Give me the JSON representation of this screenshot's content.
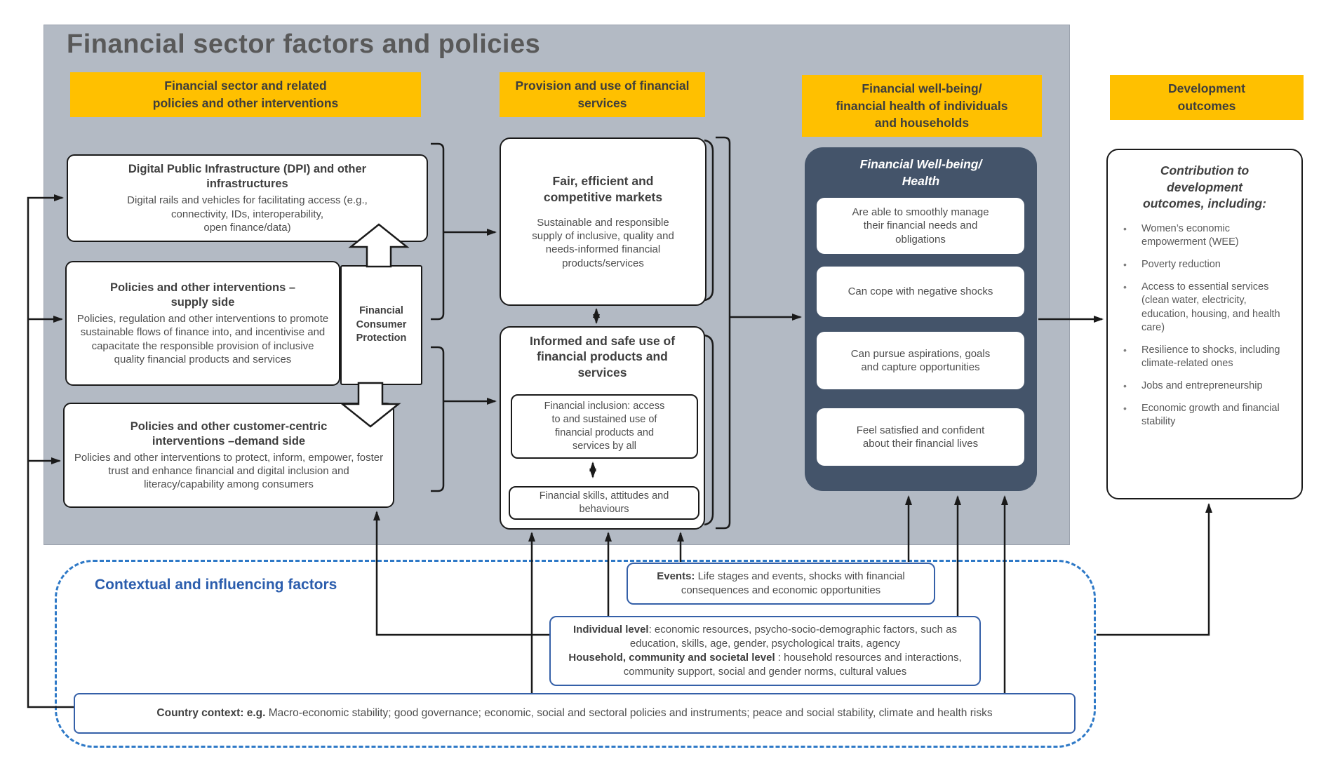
{
  "panel": {
    "title": "Financial sector factors and policies"
  },
  "headers": {
    "policies": "Financial sector and related\npolicies and other interventions",
    "provision": "Provision and use of financial\nservices",
    "wellbeing": "Financial well-being/\nfinancial health of individuals\nand households",
    "development": "Development\noutcomes"
  },
  "left_column": {
    "dpi": {
      "title": "Digital Public Infrastructure (DPI) and other\ninfrastructures",
      "body": "Digital rails and vehicles for facilitating access (e.g.,\nconnectivity, IDs, interoperability,\nopen finance/data)"
    },
    "supply": {
      "title": "Policies and other interventions –\nsupply side",
      "body": "Policies, regulation and other interventions to promote sustainable flows of finance into, and incentivise and capacitate the responsible provision of inclusive quality financial products and services"
    },
    "demand": {
      "title": "Policies and other customer-centric\ninterventions –demand side",
      "body": "Policies and other interventions to protect, inform, empower, foster trust and enhance financial and digital inclusion and literacy/capability among consumers"
    },
    "fcp": "Financial\nConsumer\nProtection"
  },
  "middle_column": {
    "markets": {
      "title": "Fair, efficient and\ncompetitive markets",
      "body": "Sustainable and responsible\nsupply of inclusive, quality and\nneeds-informed financial\nproducts/services"
    },
    "use": {
      "title": "Informed and safe use of\nfinancial products and\nservices",
      "inclusion": "Financial inclusion: access\nto and sustained use of\nfinancial products and\nservices by all",
      "skills": "Financial skills, attitudes and\nbehaviours"
    }
  },
  "wellbeing_box": {
    "title": "Financial Well-being/\nHealth",
    "items": [
      "Are able to smoothly manage\ntheir financial needs and\nobligations",
      "Can cope with negative shocks",
      "Can pursue aspirations, goals\nand capture opportunities",
      "Feel satisfied and confident\nabout their financial lives"
    ]
  },
  "development_box": {
    "title": "Contribution to\ndevelopment\noutcomes, including:",
    "bullets": [
      "Women’s economic empowerment (WEE)",
      "Poverty reduction",
      "Access to essential services (clean water, electricity, education, housing, and health care)",
      "Resilience to shocks, including climate-related ones",
      "Jobs and entrepreneurship",
      "Economic growth and financial stability"
    ]
  },
  "contextual": {
    "title": "Contextual and influencing factors",
    "events": {
      "lead": "Events:",
      "rest": " Life stages and events, shocks with financial consequences and economic opportunities"
    },
    "individual": {
      "lead1": "Individual level",
      "rest1": ": economic resources, psycho-socio-demographic factors, such as education, skills, age, gender, psychological traits, agency",
      "lead2": "Household, community and societal level",
      "rest2": " : household resources and interactions, community support, social and gender norms, cultural values"
    },
    "country": {
      "lead": "Country context: e.g.",
      "rest": " Macro-economic stability; good governance; economic, social and sectoral policies and instruments; peace and social stability, climate and health risks"
    }
  },
  "colors": {
    "accent_orange": "#FFC000",
    "dark_slate": "#44546A",
    "context_blue": "#3560A8",
    "dashed_blue": "#2E79C7",
    "panel_gray": "#B3BAC4"
  }
}
